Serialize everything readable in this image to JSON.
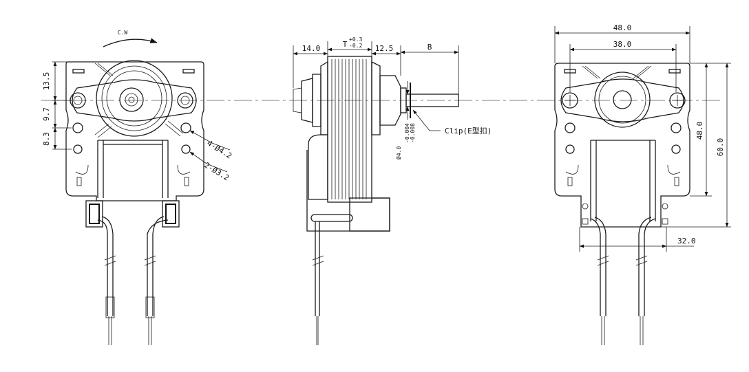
{
  "rotation_label": "C.W",
  "front_view": {
    "pitch_1": "13.5",
    "pitch_2": "9.7",
    "pitch_3": "8.3",
    "hole_large": "4-Ø4.2",
    "hole_small": "2-Ø3.2"
  },
  "side_view": {
    "dim_left": "14.0",
    "dim_t": "T",
    "dim_t_tol_upper": "+0.3",
    "dim_t_tol_lower": "-0.2",
    "dim_right": "12.5",
    "dim_b": "B",
    "shaft_dia": "Ø4.0",
    "shaft_tol_upper": "-0.004",
    "shaft_tol_lower": "-0.008",
    "clip_label": "Clip(E型扣)"
  },
  "rear_view": {
    "width_overall": "48.0",
    "width_holes": "38.0",
    "height_inner": "48.0",
    "height_overall": "60.0",
    "bottom_width": "32.0"
  }
}
